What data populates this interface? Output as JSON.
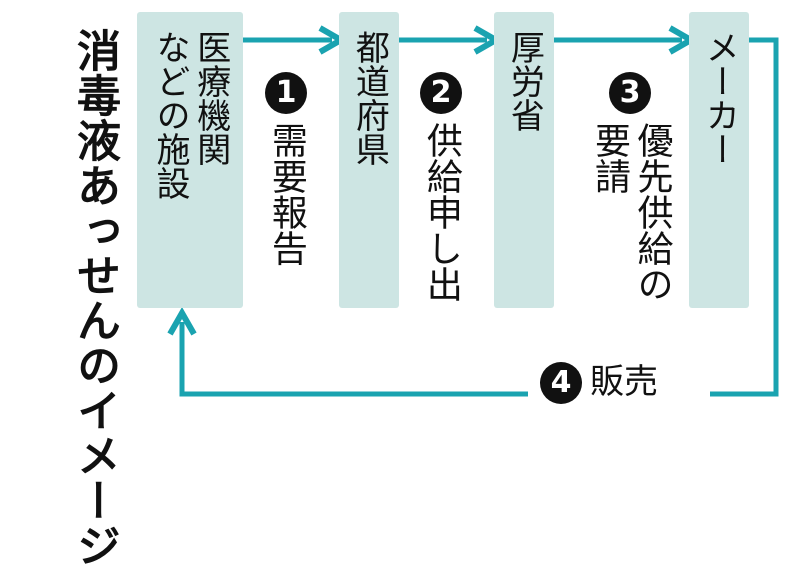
{
  "title": "消毒液あっせんのイメージ",
  "nodes": [
    {
      "id": "medical",
      "label_line1": "医療機関",
      "label_line2": "などの施設"
    },
    {
      "id": "prefecture",
      "label": "都道府県"
    },
    {
      "id": "mhlw",
      "label": "厚労省"
    },
    {
      "id": "maker",
      "label": "メーカー"
    }
  ],
  "steps": [
    {
      "num": "1",
      "label": "需要報告"
    },
    {
      "num": "2",
      "label": "供給申し出"
    },
    {
      "num": "3",
      "label_line1": "優先供給の",
      "label_line2": "要請"
    },
    {
      "num": "4",
      "label": "販売"
    }
  ],
  "colors": {
    "box": "#cde5e3",
    "arrow": "#1aa3b0",
    "number_circle": "#111111"
  }
}
